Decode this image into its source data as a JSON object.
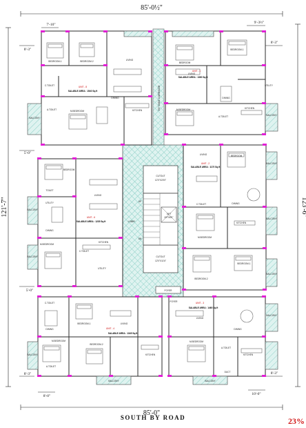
{
  "dimensions": {
    "top_width": "85'-0½\"",
    "bottom_width": "85'-0\"",
    "left_height": "121'-7\"",
    "right_height": "123'-6\"",
    "top_left_offset": "7'-10\"",
    "top_right_offset": "9'-3½\"",
    "left_setback_1": "8'-3\"",
    "left_setback_2": "5'-0\"",
    "left_setback_3": "5'-0\"",
    "left_setback_4": "8'-3\"",
    "bottom_left_offset": "8'-0\"",
    "right_setback_1": "8'-3\"",
    "right_setback_2": "8'-3\"",
    "bottom_right_offset": "10'-0\""
  },
  "road_label": "SOUTH BY ROAD",
  "zoom_level": "23%",
  "corridor_label": "5'0\" WIDE CORRIDOR",
  "core": {
    "cutout_top": "CUTOUT",
    "cutout_top_size": "12'0\"X20'0\"",
    "cutout_bottom": "CUTOUT",
    "cutout_bottom_size": "12'0\"X11'6\"",
    "lift": "LIFT",
    "lift_size": "6'0\"X6'0\"",
    "lobby": "LOBBY",
    "up": "UP",
    "dn": "DN",
    "foyer": "FOYER"
  },
  "units": [
    {
      "name": "UNIT - 8",
      "area": "SALABLE AREA : 1540 Sq.ft"
    },
    {
      "name": "UNIT - 1",
      "area": "SALABLE AREA : 1360 Sq.ft"
    },
    {
      "name": "UNIT - 2",
      "area": "SALABLE AREA : 1170 Sq.ft"
    },
    {
      "name": "UNIT - 6",
      "area": "SALABLE AREA : 1235 Sq.ft"
    },
    {
      "name": "UNIT - 3",
      "area": "SALABLE AREA : 1460 Sq.ft"
    },
    {
      "name": "UNIT - 4",
      "area": "SALABLE AREA : 1345 Sq.ft"
    }
  ],
  "rooms": {
    "bedroom": "BEDROOM",
    "bedroom1": "BEDROOM-1",
    "bedroom2": "BEDROOM-2",
    "mbedroom": "M.BEDROOM",
    "living": "LIVING",
    "dining": "DINING",
    "kitchen": "KITCHEN",
    "balcony": "BALCONY",
    "utility": "UTILITY",
    "toilet": "TOILET",
    "ctoilet": "C.TOILET",
    "atoilet": "A.TOILET",
    "foyer": "FOYER",
    "duct": "DUCT"
  },
  "colors": {
    "wall": "#2a2a2a",
    "column": "#e21fd6",
    "corridor": "#cfeee9",
    "hatch": "#7fc9c0",
    "furniture": "#6a6a6a",
    "zoom": "#d21c1c"
  }
}
